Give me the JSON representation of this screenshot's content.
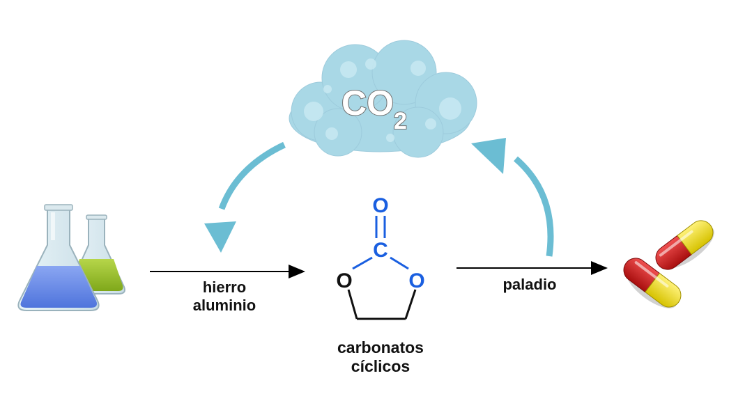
{
  "cloud": {
    "formula_main": "CO",
    "formula_subscript": "2",
    "fill_color": "#a9d8e6",
    "bubble_color": "#c8e9f2"
  },
  "arrow_color": "#6bbdd3",
  "reaction_left": {
    "line1": "hierro",
    "line2": "aluminio"
  },
  "reaction_right": {
    "label": "paladio"
  },
  "molecule": {
    "atom_top_o": "O",
    "atom_c": "C",
    "atom_left_o": "O",
    "atom_right_o": "O",
    "label_line1": "carbonatos",
    "label_line2": "cíclicos",
    "heteroatom_color": "#1a5fe0"
  },
  "icons": {
    "left": "flasks-icon",
    "right": "capsules-icon"
  }
}
